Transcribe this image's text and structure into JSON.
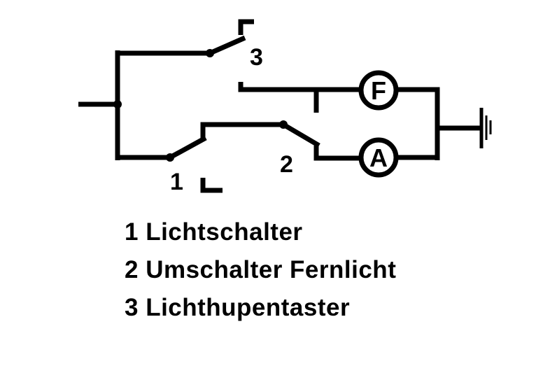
{
  "diagram": {
    "switch_labels": [
      "1",
      "2",
      "3"
    ],
    "lamp_labels": {
      "high_beam": "F",
      "low_beam": "A"
    },
    "legend": [
      "1 Lichtschalter",
      "2 Umschalter Fernlicht",
      "3 Lichthupentaster"
    ],
    "icons": [
      "ground-icon"
    ]
  }
}
